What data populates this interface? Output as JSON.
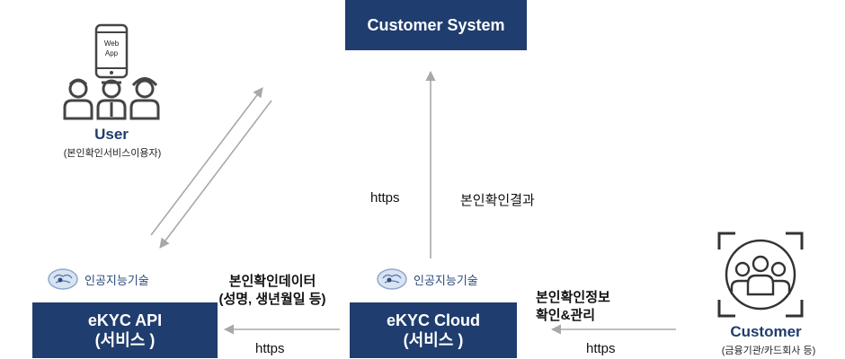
{
  "customer_system": {
    "label": "Customer System"
  },
  "user": {
    "name": "User",
    "subtitle": "(본인확인서비스이용자)",
    "phone_text_1": "Web",
    "phone_text_2": "App"
  },
  "ekyc_api": {
    "line1": "eKYC API",
    "line2": "(서비스 )",
    "ai_label": "인공지능기술"
  },
  "ekyc_cloud": {
    "line1": "eKYC Cloud",
    "line2": "(서비스 )",
    "ai_label": "인공지능기술"
  },
  "customer": {
    "name": "Customer",
    "subtitle": "(금융기관/카드회사 등)"
  },
  "labels": {
    "cloud_to_system_protocol": "https",
    "cloud_to_system_result": "본인확인결과",
    "cloud_to_api_data_1": "본인확인데이터",
    "cloud_to_api_data_2": "(성명, 생년월일 등)",
    "cloud_to_api_protocol": "https",
    "customer_to_cloud_1": "본인확인정보",
    "customer_to_cloud_2": "확인&관리",
    "customer_to_cloud_protocol": "https"
  },
  "colors": {
    "box": "#1f3d6e",
    "arrow": "#a8a8a8",
    "icon": "#444444"
  }
}
